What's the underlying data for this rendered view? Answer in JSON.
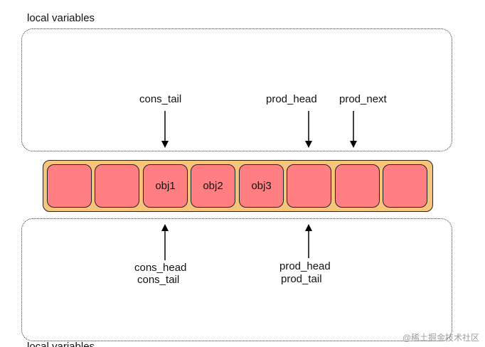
{
  "sections": {
    "top_title": "local variables",
    "bottom_title": "local variables"
  },
  "slots": [
    "",
    "",
    "obj1",
    "obj2",
    "obj3",
    "",
    "",
    ""
  ],
  "top_pointers": {
    "cons_tail": "cons_tail",
    "prod_head": "prod_head",
    "prod_next": "prod_next"
  },
  "bottom_pointers": {
    "cons_head": "cons_head",
    "cons_tail": "cons_tail",
    "prod_head": "prod_head",
    "prod_tail": "prod_tail"
  },
  "watermark": "@稀土掘金技术社区",
  "colors": {
    "ring_background": "#f7c47b",
    "slot_fill": "#ff7f82"
  }
}
